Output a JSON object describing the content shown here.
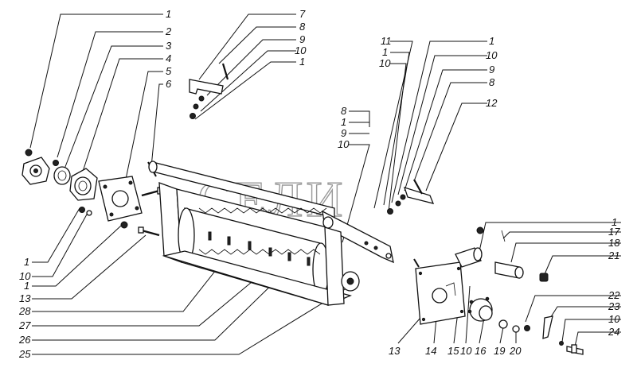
{
  "watermark": "СЕЛИ",
  "callouts": [
    {
      "id": "c1",
      "text": "1"
    },
    {
      "id": "c2",
      "text": "2"
    },
    {
      "id": "c3",
      "text": "3"
    },
    {
      "id": "c4",
      "text": "4"
    },
    {
      "id": "c5",
      "text": "5"
    },
    {
      "id": "c6",
      "text": "6"
    },
    {
      "id": "c7",
      "text": "7"
    },
    {
      "id": "c8",
      "text": "8"
    },
    {
      "id": "c9",
      "text": "9"
    },
    {
      "id": "c10",
      "text": "10"
    },
    {
      "id": "c11",
      "text": "1"
    },
    {
      "id": "c12",
      "text": "8"
    },
    {
      "id": "c13",
      "text": "1"
    },
    {
      "id": "c14",
      "text": "9"
    },
    {
      "id": "c15",
      "text": "10"
    },
    {
      "id": "c16",
      "text": "11"
    },
    {
      "id": "c17",
      "text": "1"
    },
    {
      "id": "c18",
      "text": "10"
    },
    {
      "id": "c19",
      "text": "1"
    },
    {
      "id": "c20",
      "text": "10"
    },
    {
      "id": "c21",
      "text": "9"
    },
    {
      "id": "c22",
      "text": "8"
    },
    {
      "id": "c23",
      "text": "12"
    },
    {
      "id": "c24",
      "text": "1"
    },
    {
      "id": "c25",
      "text": "10"
    },
    {
      "id": "c26",
      "text": "1"
    },
    {
      "id": "c27",
      "text": "13"
    },
    {
      "id": "c28",
      "text": "28"
    },
    {
      "id": "c29",
      "text": "27"
    },
    {
      "id": "c30",
      "text": "26"
    },
    {
      "id": "c31",
      "text": "25"
    },
    {
      "id": "c32",
      "text": "1"
    },
    {
      "id": "c33",
      "text": "17"
    },
    {
      "id": "c34",
      "text": "18"
    },
    {
      "id": "c35",
      "text": "21"
    },
    {
      "id": "c36",
      "text": "22"
    },
    {
      "id": "c37",
      "text": "23"
    },
    {
      "id": "c38",
      "text": "10"
    },
    {
      "id": "c39",
      "text": "24"
    },
    {
      "id": "c40",
      "text": "13"
    },
    {
      "id": "c41",
      "text": "14"
    },
    {
      "id": "c42",
      "text": "15"
    },
    {
      "id": "c43",
      "text": "10"
    },
    {
      "id": "c44",
      "text": "16"
    },
    {
      "id": "c45",
      "text": "19"
    },
    {
      "id": "c46",
      "text": "20"
    }
  ]
}
